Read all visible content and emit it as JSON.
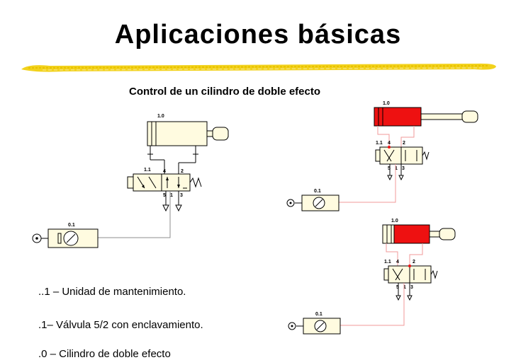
{
  "title": "Aplicaciones básicas",
  "subtitle": "Control de un cilindro de doble efecto",
  "captions": [
    "..1 – Unidad de mantenimiento.",
    ".1– Válvula 5/2 con enclavamiento.",
    ".0 – Cilindro de doble efecto"
  ],
  "labels": {
    "cylinder": "1.0",
    "valve": "1.1",
    "unit": "0.1",
    "port_4": "4",
    "port_2": "2",
    "port_5": "5",
    "port_1": "1",
    "port_3": "3"
  },
  "colors": {
    "brush": "#f2d21c",
    "body": "#fffbe0",
    "line": "#8c8c8c",
    "active_line": "#f09a9a",
    "cylinder_active": "#ee1111"
  }
}
